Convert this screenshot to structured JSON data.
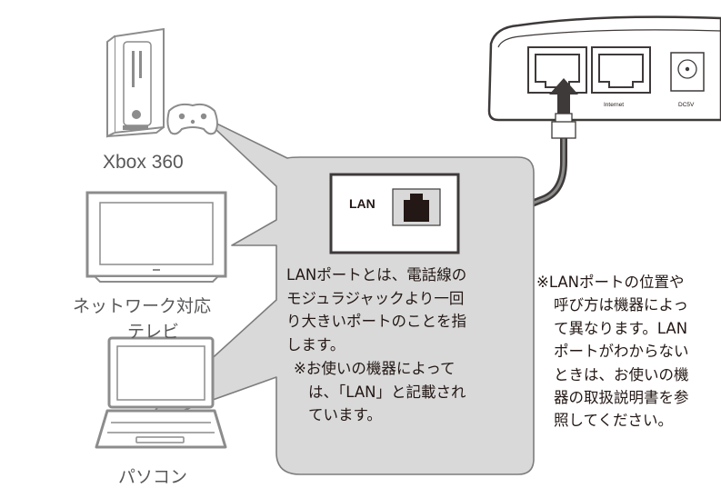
{
  "devices": {
    "xbox": "Xbox 360",
    "tv_line1": "ネットワーク対応",
    "tv_line2": "テレビ",
    "pc": "パソコン"
  },
  "router": {
    "port_internet": "Internet",
    "port_dc": "DC5V"
  },
  "callout": {
    "lan_label": "LAN",
    "lines": [
      "LANポートとは、電話線の",
      "モジュラジャックより一回",
      "り大きいポートのことを指",
      "します。",
      "※お使いの機器によって",
      "は、「LAN」と記載され",
      "ています。"
    ]
  },
  "note": {
    "lines": [
      "※LANポートの位置や",
      "呼び方は機器によっ",
      "て異なります。LAN",
      "ポートがわからない",
      "ときは、お使いの機",
      "器の取扱説明書を参",
      "照してください。"
    ]
  },
  "colors": {
    "callout_fill": "#d9d9d9",
    "callout_stroke": "#7d7d7d",
    "device_gray": "#8c8c8c",
    "cable": "#3e3a39"
  }
}
